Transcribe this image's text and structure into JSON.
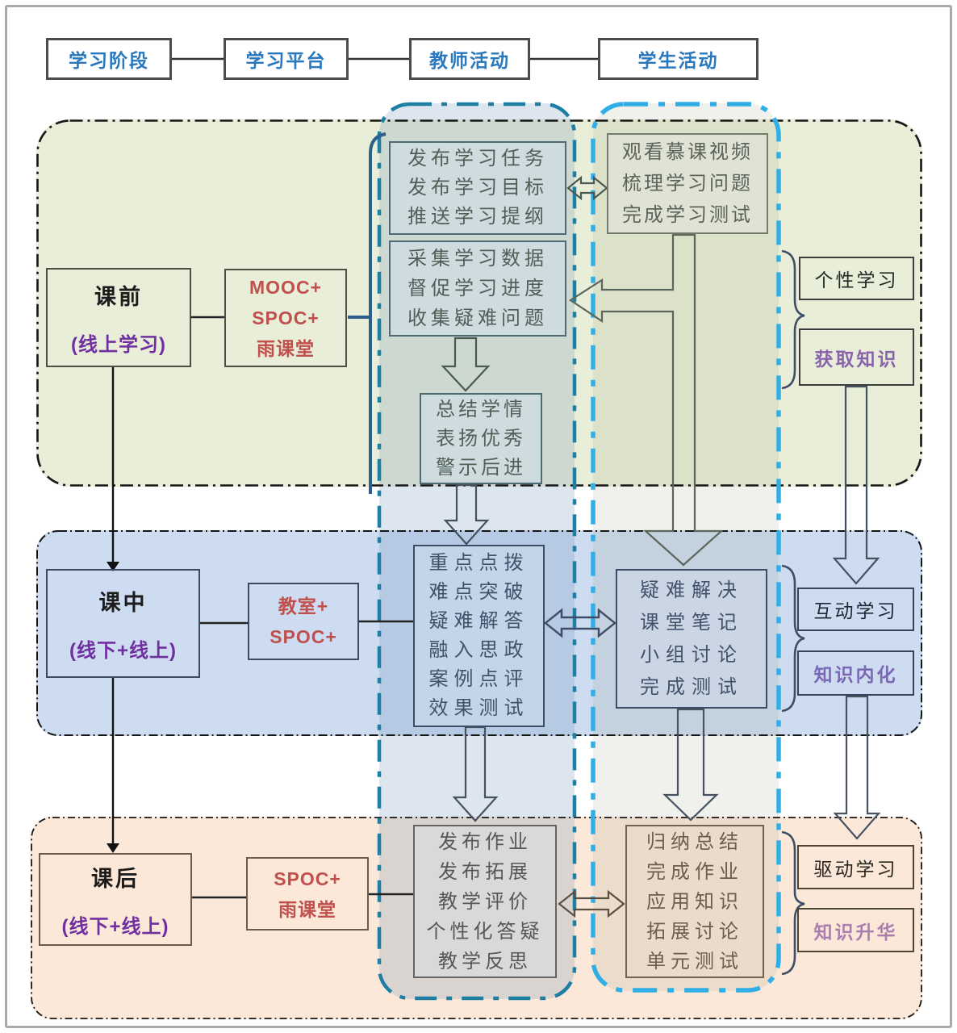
{
  "header": {
    "items": [
      {
        "label": "学习阶段"
      },
      {
        "label": "学习平台"
      },
      {
        "label": "教师活动"
      },
      {
        "label": "学生活动"
      }
    ]
  },
  "sections": {
    "pre": {
      "stage": {
        "title": "课前",
        "subtitle": "(线上学习)"
      },
      "platform": {
        "lines": [
          "MOOC+",
          "SPOC+",
          "雨课堂"
        ]
      },
      "teacher": {
        "box1": {
          "lines": [
            "发布学习任务",
            "发布学习目标",
            "推送学习提纲"
          ]
        },
        "box2": {
          "lines": [
            "采集学习数据",
            "督促学习进度",
            "收集疑难问题"
          ]
        },
        "box3": {
          "lines": [
            "总结学情",
            "表扬优秀",
            "警示后进"
          ]
        }
      },
      "student": {
        "box1": {
          "lines": [
            "观看慕课视频",
            "梳理学习问题",
            "完成学习测试"
          ]
        }
      },
      "outcomes": {
        "primary": "个性学习",
        "secondary": "获取知识"
      }
    },
    "during": {
      "stage": {
        "title": "课中",
        "subtitle": "(线下+线上)"
      },
      "platform": {
        "lines": [
          "教室+",
          "SPOC+"
        ]
      },
      "teacher": {
        "box1": {
          "lines": [
            "重点点拨",
            "难点突破",
            "疑难解答",
            "融入思政",
            "案例点评",
            "效果测试"
          ]
        }
      },
      "student": {
        "box1": {
          "lines": [
            "疑难解决",
            "课堂笔记",
            "小组讨论",
            "完成测试"
          ]
        }
      },
      "outcomes": {
        "primary": "互动学习",
        "secondary": "知识内化"
      }
    },
    "post": {
      "stage": {
        "title": "课后",
        "subtitle": "(线下+线上)"
      },
      "platform": {
        "lines": [
          "SPOC+",
          "雨课堂"
        ]
      },
      "teacher": {
        "box1": {
          "lines": [
            "发布作业",
            "发布拓展",
            "教学评价",
            "个性化答疑",
            "教学反思"
          ]
        }
      },
      "student": {
        "box1": {
          "lines": [
            "归纳总结",
            "完成作业",
            "应用知识",
            "拓展讨论",
            "单元测试"
          ]
        }
      },
      "outcomes": {
        "primary": "驱动学习",
        "secondary": "知识升华"
      }
    }
  },
  "colors": {
    "header_text": "#2a78bd",
    "stage_subtitle_purple": "#7030a0",
    "platform_red": "#c0504d",
    "teacher_column_border": "#1f7fa3",
    "student_column_border": "#31aee5",
    "pre_section_bg": "#e9eed8",
    "during_section_bg": "#cddcf1",
    "post_section_bg": "#fbe8d9",
    "purple_outcome": "#8a63ad"
  }
}
